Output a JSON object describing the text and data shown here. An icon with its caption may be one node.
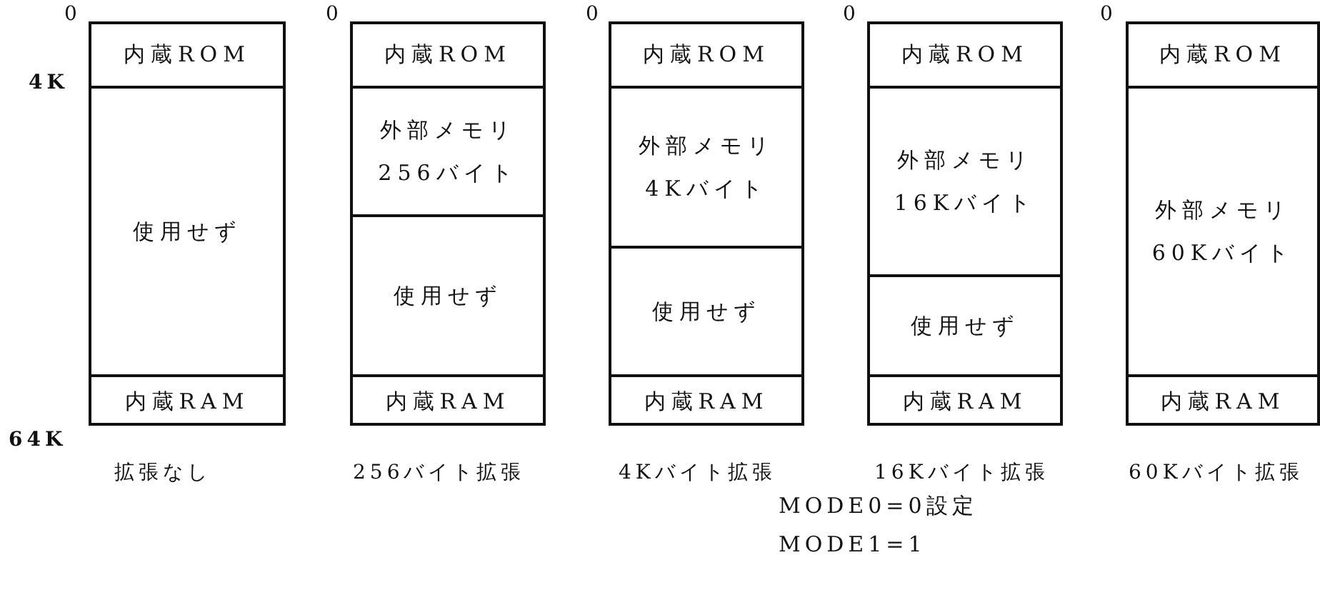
{
  "diagram": {
    "nodes": [
      {
        "text": [
          "内蔵ROM"
        ]
      },
      {
        "text": [
          "使用せず"
        ]
      },
      {
        "text": [
          "内蔵RAM"
        ]
      },
      {
        "text": [
          "内蔵ROM"
        ]
      },
      {
        "text": [
          "外部メモリ 256バイト"
        ]
      },
      {
        "text": [
          "使用せず"
        ]
      },
      {
        "text": [
          "内蔵RAM"
        ]
      },
      {
        "text": [
          "内蔵ROM"
        ]
      },
      {
        "text": [
          "外部メモリ 4Kバイト"
        ]
      },
      {
        "text": [
          "使用せず"
        ]
      },
      {
        "text": [
          "内蔵RAM"
        ]
      },
      {
        "text": [
          "内蔵ROM"
        ]
      },
      {
        "text": [
          "外部メモリ 16Kバイト"
        ]
      },
      {
        "text": [
          "使用せず"
        ]
      },
      {
        "text": [
          "内蔵RAM"
        ]
      },
      {
        "text": [
          "内蔵ROM"
        ]
      },
      {
        "text": [
          "外部メモリ 60Kバイト"
        ]
      },
      {
        "text": [
          "内蔵RAM"
        ]
      }
    ],
    "labels": [
      "0",
      "0",
      "0",
      "0",
      "0",
      "4K",
      "64K",
      "拡張なし",
      "256バイト拡張",
      "4Kバイト拡張",
      "16Kバイト拡張",
      "60Kバイト拡張",
      "MODE0=0設定",
      "MODE1=1"
    ]
  }
}
